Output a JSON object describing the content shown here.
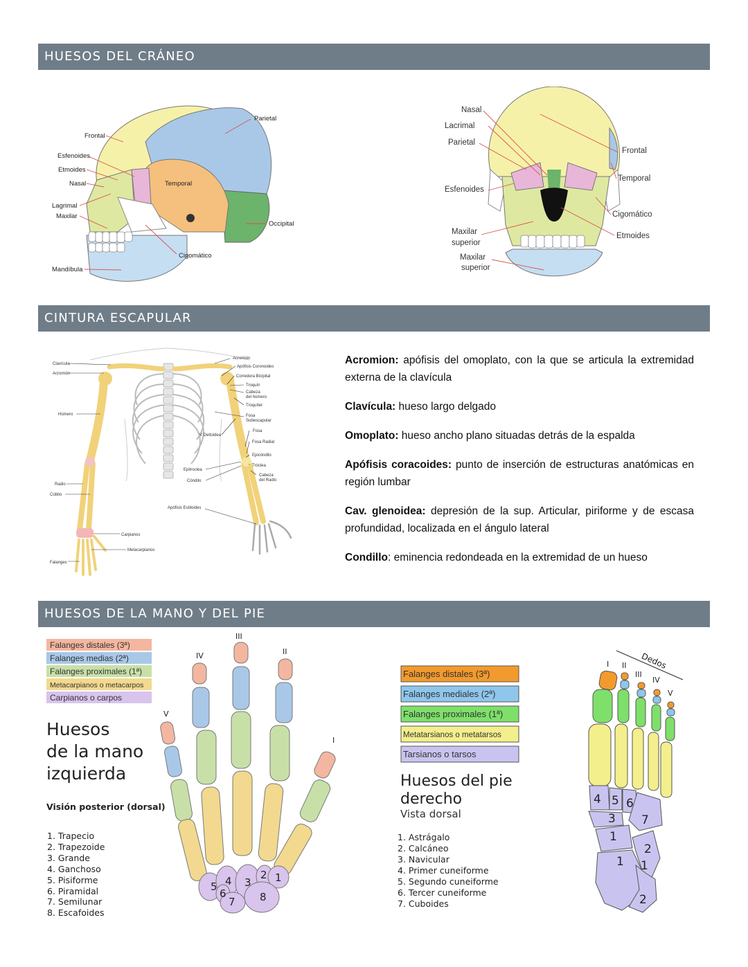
{
  "sections": {
    "skull": "HUESOS DEL CRÁNEO",
    "shoulder": "CINTURA ESCAPULAR",
    "hand_foot": "HUESOS DE LA MANO Y DEL PIE"
  },
  "skull_lateral": {
    "labels": [
      "Parietal",
      "Frontal",
      "Esfenoides",
      "Etmoides",
      "Nasal",
      "Temporal",
      "Lagrimal",
      "Maxilar",
      "Occipital",
      "Cigomático",
      "Mandíbula"
    ]
  },
  "skull_frontal": {
    "labels": [
      "Nasal",
      "Lacrimal",
      "Parietal",
      "Esfenoides",
      "Maxilar",
      "superior",
      "Maxilar",
      "superior",
      "Frontal",
      "Temporal",
      "Cigomático",
      "Etmoides"
    ]
  },
  "skeleton": {
    "left_labels": [
      "Clavícula",
      "Acromión",
      "Húmero",
      "Radio",
      "Cúbito",
      "Falanges"
    ],
    "right_labels": [
      "Acromión",
      "Apófisis Coronoides",
      "Corredera Bicipital",
      "Troquín",
      "Cabeza",
      "del húmero",
      "Troquíter",
      "Fosa",
      "Subescapular",
      "Fosa",
      "Fosa Radial",
      "Epicóndilo",
      "Tróclea",
      "Cabeza",
      "del Radio"
    ],
    "mid_labels": [
      "V Deltoidea",
      "Epitroclea",
      "Cóndilo",
      "Apófisis Estiloides",
      "Carpianos",
      "Metacarpianos"
    ]
  },
  "definitions": [
    {
      "term": "Acromion:",
      "text": " apófisis del omoplato, con la que se articula la extremidad externa de la clavícula"
    },
    {
      "term": "Clavícula:",
      "text": " hueso largo delgado"
    },
    {
      "term": "Omoplato:",
      "text": " hueso ancho plano situadas detrás de la espalda"
    },
    {
      "term": "Apófisis coracoides:",
      "text": " punto de inserción de estructuras anatómicas en región lumbar"
    },
    {
      "term": "Cav. glenoidea:",
      "text": " depresión de la sup. Articular, piriforme y de escasa profundidad, localizada en el ángulo lateral"
    },
    {
      "term": "Condillo",
      "text": ": eminencia redondeada en la extremidad de un hueso"
    }
  ],
  "hand": {
    "legend": [
      {
        "label": "Falanges distales (3ª)",
        "color": "#f4b6a0"
      },
      {
        "label": "Falanges medias (2ª)",
        "color": "#a9c8e8"
      },
      {
        "label": "Falanges proximales (1ª)",
        "color": "#c8e0a8"
      },
      {
        "label": "Metacarpianos o metacarpos",
        "color": "#f2d98f"
      },
      {
        "label": "Carpianos o carpos",
        "color": "#d8c4ec"
      }
    ],
    "title_lines": [
      "Huesos",
      "de la mano",
      "izquierda"
    ],
    "subtitle": "Visión posterior (dorsal)",
    "list": [
      "1. Trapecio",
      "2. Trapezoide",
      "3. Grande",
      "4. Ganchoso",
      "5. Pisiforme",
      "6. Piramidal",
      "7. Semilunar",
      "8. Escafoides"
    ],
    "roman": [
      "III",
      "IV",
      "II",
      "V",
      "I"
    ],
    "numbers": [
      "1",
      "2",
      "3",
      "4",
      "5",
      "6",
      "7",
      "8"
    ]
  },
  "foot": {
    "legend": [
      {
        "label": "Falanges distales (3ª)",
        "color": "#f39a2d"
      },
      {
        "label": "Falanges mediales (2ª)",
        "color": "#8fc6ec"
      },
      {
        "label": "Falanges proximales (1ª)",
        "color": "#7ee06a"
      },
      {
        "label": "Metatarsianos o metatarsos",
        "color": "#f3ef8c"
      },
      {
        "label": "Tarsianos o tarsos",
        "color": "#c9c4ef"
      }
    ],
    "title_lines": [
      "Huesos del pie",
      "derecho"
    ],
    "subtitle": "Vista dorsal",
    "list": [
      "1. Astrágalo",
      "2. Calcáneo",
      "3. Navicular",
      "4. Primer cuneiforme",
      "5. Segundo cuneiforme",
      "6. Tercer cuneiforme",
      "7. Cuboides"
    ],
    "dedos": "Dedos",
    "roman": [
      "I",
      "II",
      "III",
      "IV",
      "V"
    ],
    "numbers": [
      "4",
      "5",
      "6",
      "3",
      "7",
      "1",
      "2",
      "1",
      "1",
      "2"
    ]
  }
}
